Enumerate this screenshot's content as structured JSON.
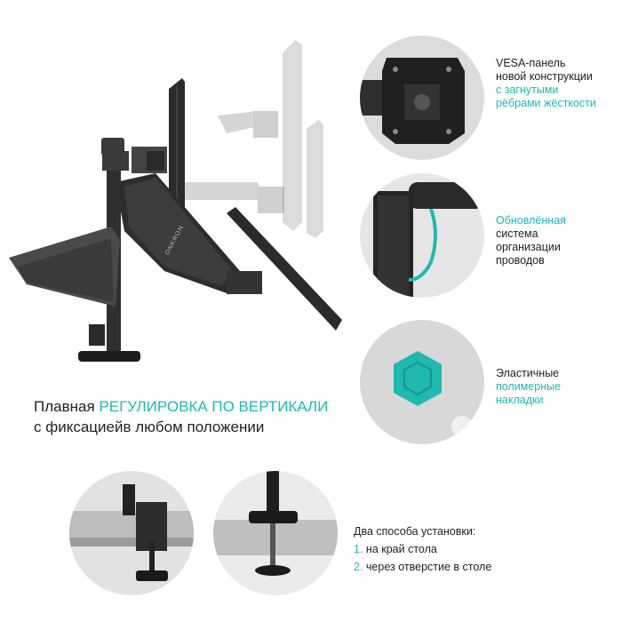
{
  "features": [
    {
      "id": "vesa",
      "lines": [
        {
          "text": "VESA-панель",
          "accent": false
        },
        {
          "text": "новой конструкции",
          "accent": false
        },
        {
          "text": "с загнутыми",
          "accent": true
        },
        {
          "text": "рёбрами жёсткости",
          "accent": true
        }
      ]
    },
    {
      "id": "cables",
      "lines": [
        {
          "text": "Обновлённая",
          "accent": true
        },
        {
          "text": "система",
          "accent": false
        },
        {
          "text": "организации",
          "accent": false
        },
        {
          "text": "проводов",
          "accent": false
        }
      ]
    },
    {
      "id": "pads",
      "lines": [
        {
          "text": "Эластичные",
          "accent": false
        },
        {
          "text": "полимерные",
          "accent": true
        },
        {
          "text": "накладки",
          "accent": true
        }
      ]
    }
  ],
  "headline": {
    "part1": "Плавная ",
    "accent": "РЕГУЛИРОВКА ПО ВЕРТИКАЛИ",
    "line2": "с фиксациейв любом положении"
  },
  "install": {
    "title": "Два способа установки:",
    "items": [
      {
        "num": "1.",
        "text": "на край стола"
      },
      {
        "num": "2.",
        "text": "через отверстие в столе"
      }
    ]
  },
  "brand": "ONKRON",
  "colors": {
    "accent": "#1fb9b0",
    "metal": "#3a3a3a",
    "circle_bg": "#d9d9d9"
  }
}
